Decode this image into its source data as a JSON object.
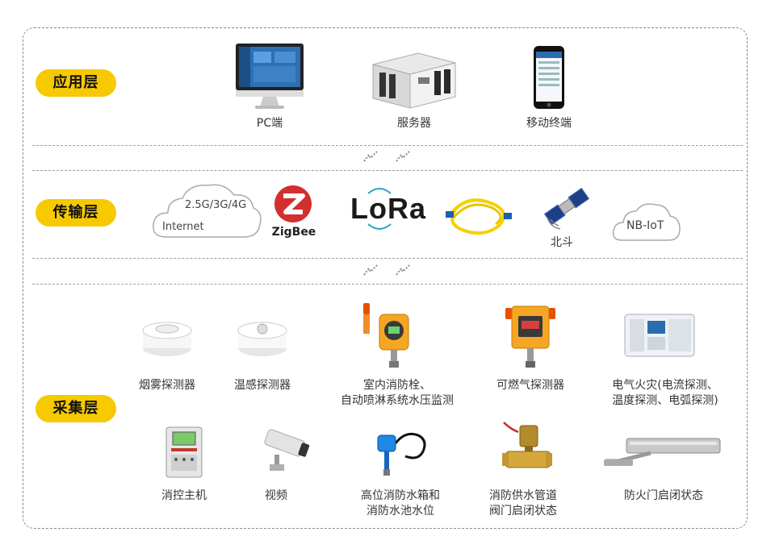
{
  "layers": {
    "application": {
      "badge": "应用层",
      "items": [
        {
          "label": "PC端"
        },
        {
          "label": "服务器"
        },
        {
          "label": "移动终端"
        }
      ]
    },
    "transport": {
      "badge": "传输层",
      "cloud_cellular": "2.5G/3G/4G",
      "cloud_internet": "Internet",
      "zigbee": "ZigBee",
      "lora": "LoRa",
      "beidou": "北斗",
      "nbiot": "NB-IoT"
    },
    "collection": {
      "badge": "采集层",
      "row1": [
        {
          "label": "烟雾探测器"
        },
        {
          "label": "温感探测器"
        },
        {
          "line1": "室内消防栓、",
          "line2": "自动喷淋系统水压监测"
        },
        {
          "label": "可燃气探测器"
        },
        {
          "line1": "电气火灾(电流探测、",
          "line2": "温度探测、电弧探测)"
        }
      ],
      "row2": [
        {
          "label": "消控主机"
        },
        {
          "label": "视频"
        },
        {
          "line1": "高位消防水箱和",
          "line2": "消防水池水位"
        },
        {
          "line1": "消防供水管道",
          "line2": "阀门启闭状态"
        },
        {
          "label": "防火门启闭状态"
        }
      ]
    }
  },
  "colors": {
    "badge": "#f7c900",
    "border": "#8a8a8a",
    "accent_blue": "#1e5fae",
    "lora_red": "#e53935"
  }
}
